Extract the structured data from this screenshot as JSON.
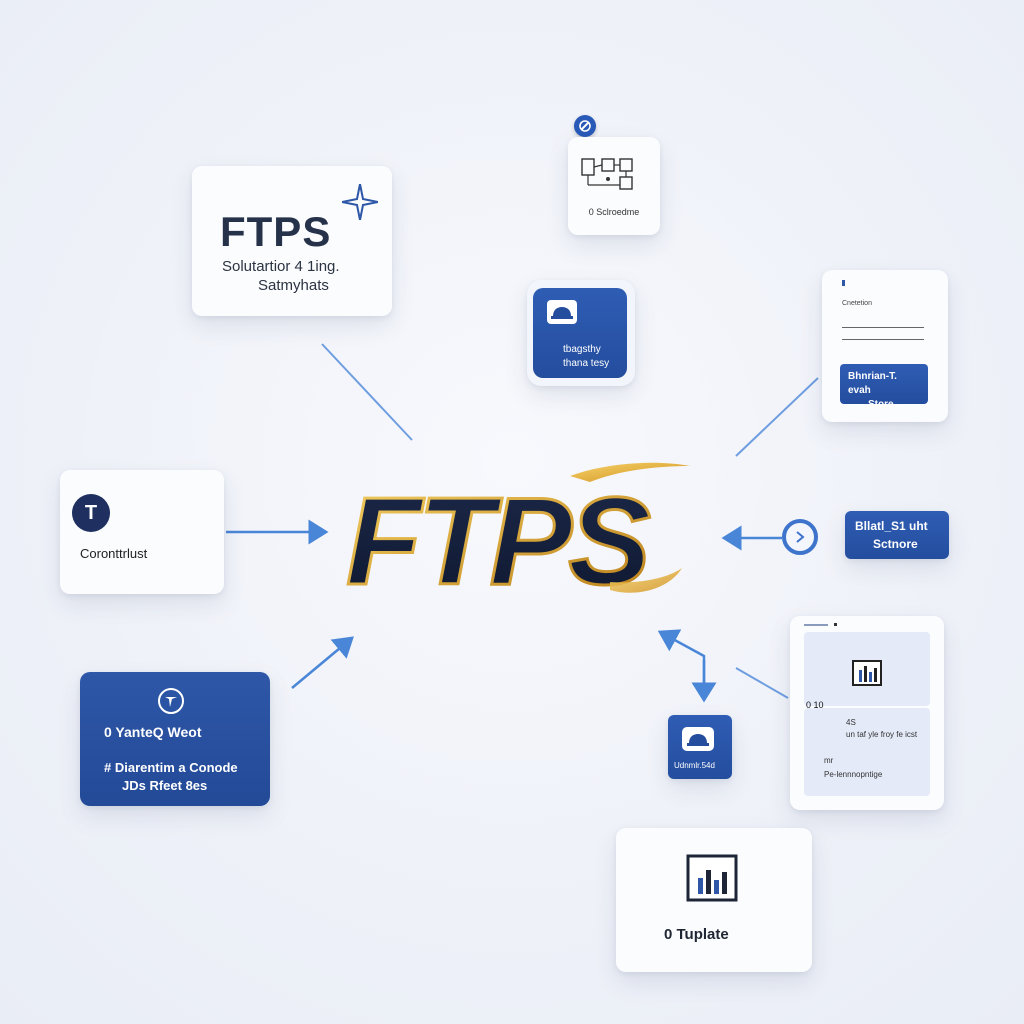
{
  "center": {
    "logo_text": "FTPS"
  },
  "top_left_card": {
    "title": "FTPS",
    "line1": "Solutartior 4 1ing.",
    "line2": "Satmyhats",
    "sparkle_icon": "sparkle-icon"
  },
  "top_center_card": {
    "label": "0 Sclroedme",
    "icon": "flow-diagram-icon"
  },
  "app_tile": {
    "line1": "tbagsthy",
    "line2": "thana tesy",
    "icon": "cloud-icon"
  },
  "right_top_card": {
    "small_label": "Cnetetion",
    "button_line1": "Bhnrian-T. evah",
    "button_line2": "Store..."
  },
  "left_middle_card": {
    "badge_letter": "T",
    "label": "Coronttrlust"
  },
  "left_bottom_card": {
    "line1": "0 YanteQ Weot",
    "line2": "# Diarentim a Conode",
    "line3": "JDs Rfeet 8es"
  },
  "right_middle_button": {
    "line1": "Bllatl_S1 uht",
    "line2": "Sctnore"
  },
  "right_bottom_card": {
    "row_label": "0 10",
    "text1": "4S",
    "text2": "un taf yle froy fe icst",
    "bullet1": "mr",
    "bullet2": "Pe-lennnopntige",
    "chart_icon": "bar-chart-icon"
  },
  "small_tile": {
    "label": "Udnmlr.54d",
    "icon": "cloud-icon"
  },
  "template_card": {
    "label": "0 Tuplate",
    "chart_icon": "bar-chart-icon"
  },
  "colors": {
    "accent_blue": "#2e57a8",
    "connector_blue": "#4a86d8",
    "logo_gold": "#d9a62c",
    "logo_navy": "#1a2540"
  }
}
